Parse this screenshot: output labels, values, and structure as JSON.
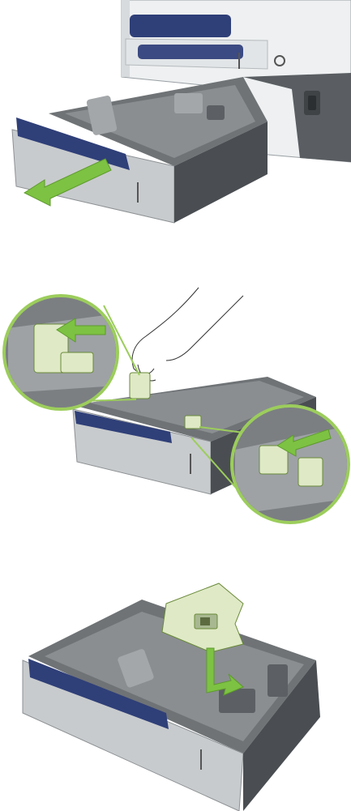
{
  "colors": {
    "tray_body": "#6f7376",
    "tray_dark": "#4a4e52",
    "tray_light": "#a3a7aa",
    "handle_blue": "#2f3f78",
    "front_panel": "#c8cbcd",
    "printer_white": "#eef0f1",
    "arrow_green": "#7dc242",
    "guide_green": "#dfe9c6",
    "callout_green": "#9ccd5c"
  },
  "steps": [
    {
      "name": "pull-tray-out",
      "icon": "arrow-left-icon"
    },
    {
      "name": "adjust-paper-guides",
      "icon": "callout-magnifier-icon"
    },
    {
      "name": "rear-guide-adjust",
      "icon": "arrow-down-icon"
    }
  ]
}
